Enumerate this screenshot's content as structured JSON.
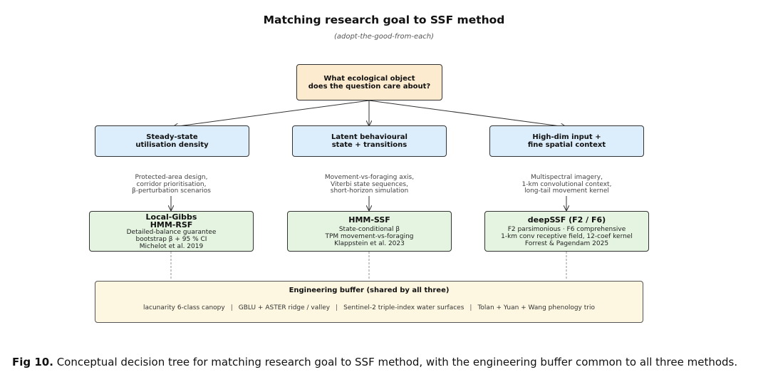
{
  "header": {
    "title": "Matching research goal to SSF method",
    "subtitle": "(adopt-the-good-from-each)"
  },
  "root": {
    "lines": [
      "What ecological object",
      "does the question care about?"
    ]
  },
  "branches": [
    {
      "question": [
        "Steady-state",
        "utilisation density"
      ],
      "use_cases": [
        "Protected-area design,",
        "corridor prioritisation,",
        "β-perturbation scenarios"
      ],
      "method": {
        "title": [
          "Local-Gibbs",
          "HMM-RSF"
        ],
        "details": [
          "Detailed-balance guarantee",
          "bootstrap β + 95 % CI",
          "Michelot et al. 2019"
        ]
      }
    },
    {
      "question": [
        "Latent behavioural",
        "state + transitions"
      ],
      "use_cases": [
        "Movement-vs-foraging axis,",
        "Viterbi state sequences,",
        "short-horizon simulation"
      ],
      "method": {
        "title": [
          "HMM-SSF"
        ],
        "details": [
          "State-conditional β",
          "TPM movement-vs-foraging",
          "Klappstein et al. 2023"
        ]
      }
    },
    {
      "question": [
        "High-dim input +",
        "fine spatial context"
      ],
      "use_cases": [
        "Multispectral imagery,",
        "1-km convolutional context,",
        "long-tail movement kernel"
      ],
      "method": {
        "title": [
          "deepSSF (F2 / F6)"
        ],
        "details": [
          "F2 parsimonious  ·  F6 comprehensive",
          "1-km conv receptive field, 12-coef kernel",
          "Forrest & Pagendam 2025"
        ]
      }
    }
  ],
  "buffer": {
    "title": "Engineering buffer (shared by all three)",
    "items": [
      "lacunarity 6-class canopy",
      "GBLU + ASTER ridge / valley",
      "Sentinel-2 triple-index water surfaces",
      "Tolan + Yuan + Wang phenology trio"
    ],
    "separator": "|"
  },
  "caption": {
    "label": "Fig 10.",
    "text": "Conceptual decision tree for matching research goal to SSF method, with the engineering buffer common to all three methods."
  }
}
